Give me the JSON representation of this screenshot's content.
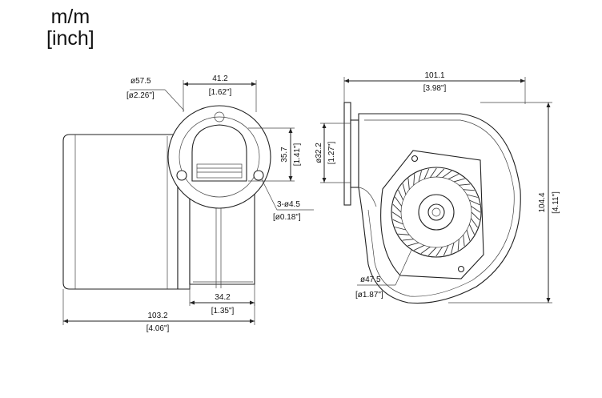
{
  "units": {
    "metric": "m/m",
    "imperial": "[inch]"
  },
  "dimensions": {
    "flange_diameter": {
      "mm": "ø57.5",
      "inch": "[ø2.26\"]"
    },
    "outlet_width": {
      "mm": "41.2",
      "inch": "[1.62\"]"
    },
    "outlet_height": {
      "mm": "35.7",
      "inch": "[1.41\"]"
    },
    "mount_holes": {
      "mm": "3-ø4.5",
      "inch": "[ø0.18\"]"
    },
    "motor_width": {
      "mm": "34.2",
      "inch": "[1.35\"]"
    },
    "overall_depth": {
      "mm": "103.2",
      "inch": "[4.06\"]"
    },
    "overall_width": {
      "mm": "101.1",
      "inch": "[3.98\"]"
    },
    "overall_height": {
      "mm": "104.4",
      "inch": "[4.11\"]"
    },
    "inlet_diameter": {
      "mm": "ø32.2",
      "inch": "[1.27\"]"
    },
    "impeller_diameter": {
      "mm": "ø47.5",
      "inch": "[ø1.87\"]"
    }
  }
}
